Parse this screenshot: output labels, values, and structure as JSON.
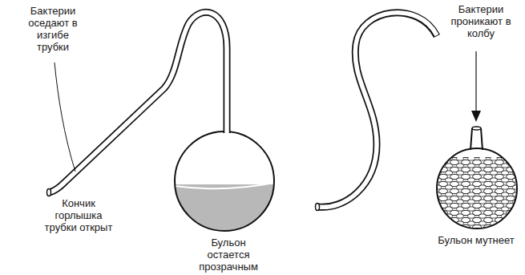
{
  "diagram": {
    "labels": [
      "Бактерии оседают в изгибе трубки",
      "Кончик горлышка трубки открыт",
      "Бульон остается прозрачным",
      "Бактерии проникают в колбу",
      "Бульон мутнеет"
    ]
  }
}
